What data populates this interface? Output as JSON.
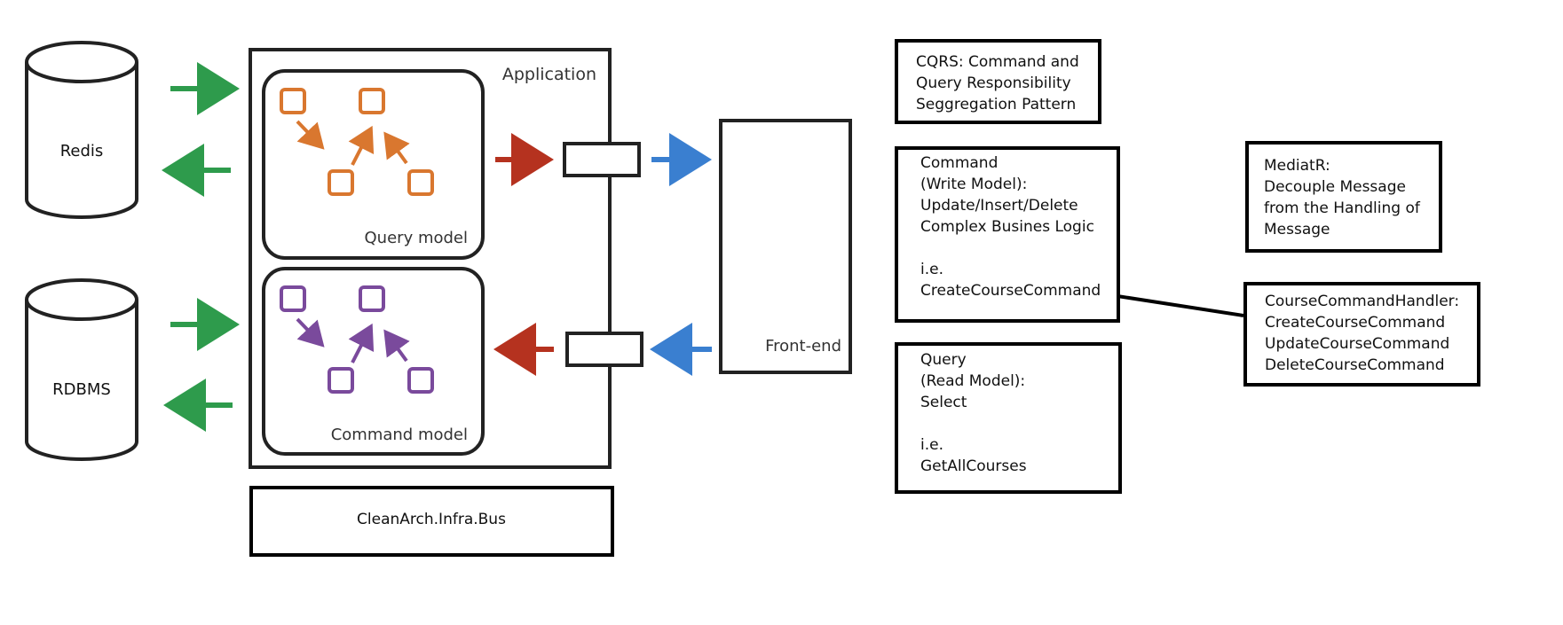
{
  "diagram": {
    "nodes": {
      "redis": "Redis",
      "rdbms": "RDBMS",
      "application": "Application",
      "query_model": "Query model",
      "command_model": "Command model",
      "front_end": "Front-end",
      "bus": "CleanArch.Infra.Bus"
    },
    "notes": {
      "cqrs": [
        "CQRS: Command and",
        "Query Responsibility",
        "Seggregation Pattern"
      ],
      "command": [
        "Command",
        "(Write Model):",
        "Update/Insert/Delete",
        "Complex Busines Logic",
        "",
        "i.e.",
        "CreateCourseCommand"
      ],
      "query": [
        "Query",
        "(Read Model):",
        "Select",
        "",
        "i.e.",
        "GetAllCourses"
      ],
      "mediatr": [
        "MediatR:",
        "Decouple Message",
        "from the Handling of",
        "Message"
      ],
      "handler": [
        "CourseCommandHandler:",
        "CreateCourseCommand",
        "UpdateCourseCommand",
        "DeleteCourseCommand"
      ]
    },
    "colors": {
      "query_model": "#d9772f",
      "command_model": "#7a4a9c",
      "db_arrows": "#2e9b4c",
      "to_frontend": "#3a7fd0",
      "to_app": "#b5321f"
    }
  }
}
